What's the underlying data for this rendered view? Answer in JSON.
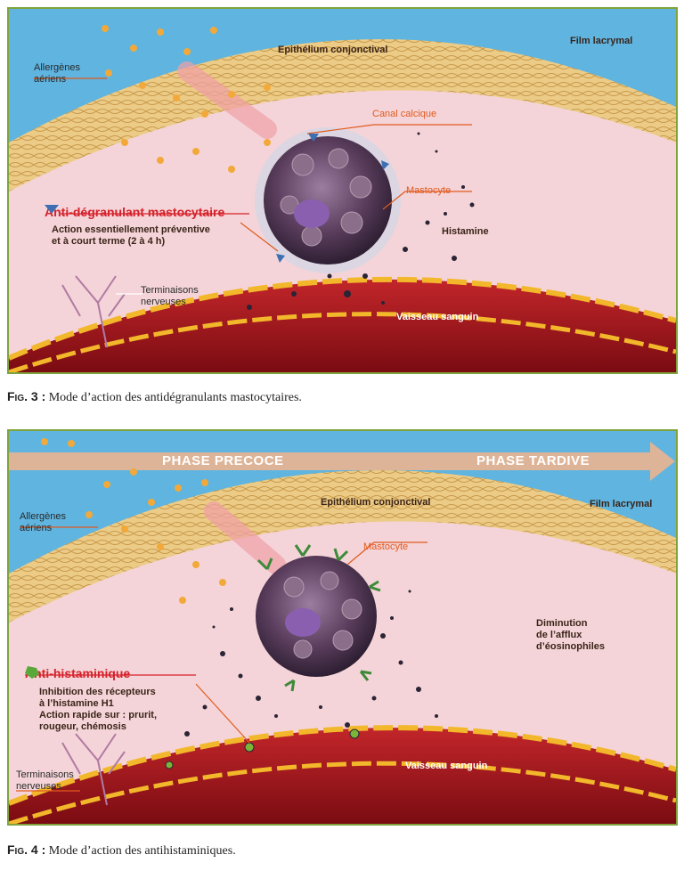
{
  "fig3": {
    "labels": {
      "epithelium": "Epithélium conjonctival",
      "tear_film": "Film lacrymal",
      "allergens": "Allergènes\naériens",
      "calcium_channel": "Canal calcique",
      "mast_cell": "Mastocyte",
      "histamine": "Histamine",
      "drug_name": "Anti-dégranulant mastocytaire",
      "drug_desc": "Action essentiellement préventive\net à court terme (2 à 4 h)",
      "nerve_endings": "Terminaisons\nnerveuses",
      "blood_vessel": "Vaisseau sanguin"
    },
    "caption_label": "Fig. 3 :",
    "caption_text": " Mode d’action des antidégranulants mastocytaires."
  },
  "fig4": {
    "labels": {
      "phase_early": "PHASE PRECOCE",
      "phase_late": "PHASE TARDIVE",
      "epithelium": "Epithélium conjonctival",
      "tear_film": "Film lacrymal",
      "allergens": "Allergènes\naériens",
      "mast_cell": "Mastocyte",
      "eosinophil": "Diminution\nde l’afflux\nd’éosinophiles",
      "drug_name": "Anti-histaminique",
      "drug_desc": "Inhibition des récepteurs\nà l’histamine H1\nAction rapide sur : prurit,\nrougeur, chémosis",
      "nerve_endings": "Terminaisons\nnerveuses",
      "blood_vessel": "Vaisseau sanguin"
    },
    "caption_label": "Fig. 4 :",
    "caption_text": " Mode d’action des antihistaminiques."
  },
  "colors": {
    "frame": "#7fa33c",
    "tear_film": "#5fb4e0",
    "epithelium": "#e9c07a",
    "tissue": "#f4d4d8",
    "vessel": "#a8141c",
    "mast_cell": "#6b4a6a",
    "label_orange": "#e05a1e",
    "label_red": "#d6202a"
  }
}
